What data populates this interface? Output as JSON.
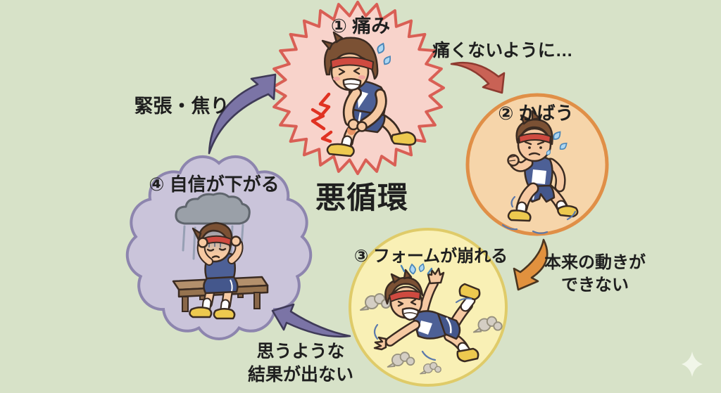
{
  "background_color": "#d7e2c8",
  "center_label": "悪循環",
  "steps": [
    {
      "label": "① 痛み",
      "shape": "starburst",
      "fill": "#f8d3cb",
      "border": "#d95f55",
      "illustration": "runner-clutching-painful-knee"
    },
    {
      "label": "② かばう",
      "shape": "circle",
      "fill": "#f6d5aa",
      "border": "#e08f47",
      "illustration": "runner-compensating-while-running"
    },
    {
      "label": "③ フォームが崩れる",
      "shape": "circle",
      "fill": "#f9f0b5",
      "border": "#dfcb69",
      "illustration": "runner-falling-over"
    },
    {
      "label": "④ 自信が下がる",
      "shape": "cloud",
      "fill": "#cac4da",
      "border": "#8d85ae",
      "illustration": "runner-sitting-dejected-under-rain-cloud"
    }
  ],
  "transitions": [
    {
      "from": 1,
      "to": 2,
      "label": "痛くないように…",
      "arrow_color": "#c96255",
      "arrow_outline": "#8e3a30"
    },
    {
      "from": 2,
      "to": 3,
      "label_line1": "本来の動きが",
      "label_line2": "できない",
      "arrow_color": "#e1913e",
      "arrow_outline": "#4a3520"
    },
    {
      "from": 3,
      "to": 4,
      "label_line1": "思うような",
      "label_line2": "結果が出ない",
      "arrow_color": "#7b74a6",
      "arrow_outline": "#3f3a58"
    },
    {
      "from": 4,
      "to": 1,
      "label": "緊張・焦り",
      "arrow_color": "#7b74a6",
      "arrow_outline": "#3f3a58"
    }
  ]
}
